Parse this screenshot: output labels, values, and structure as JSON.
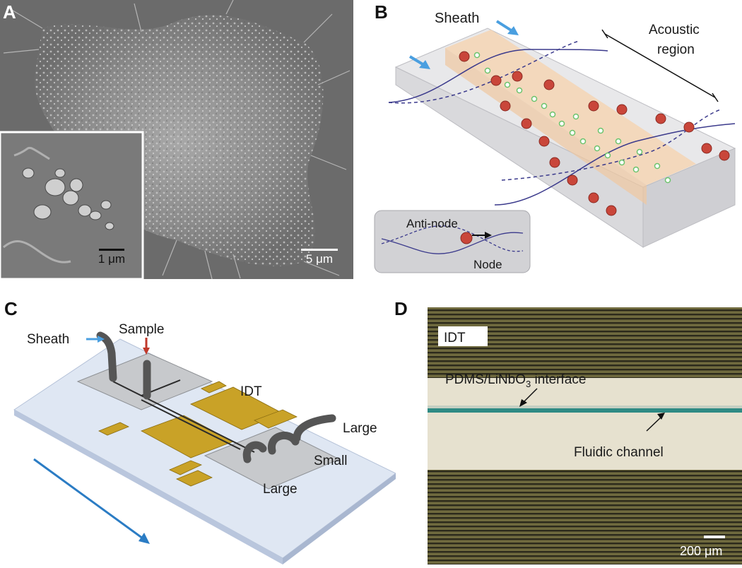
{
  "panels": {
    "a": {
      "letter": "A",
      "inset_scale_label": "1 μm",
      "main_scale_label": "5 μm"
    },
    "b": {
      "letter": "B",
      "sheath_label": "Sheath",
      "acoustic_label_line1": "Acoustic",
      "acoustic_label_line2": "region",
      "antinode_label": "Anti-node",
      "node_label": "Node"
    },
    "c": {
      "letter": "C",
      "sheath_label": "Sheath",
      "sample_label": "Sample",
      "idt_label": "IDT",
      "large_top_label": "Large",
      "small_label": "Small",
      "large_bottom_label": "Large"
    },
    "d": {
      "letter": "D",
      "idt_label": "IDT",
      "interface_label": "PDMS/LiNbO",
      "interface_sub": "3",
      "interface_suffix": " interface",
      "channel_label": "Fluidic channel",
      "scale_label": "200 μm"
    }
  },
  "colors": {
    "large_particle": "#c9463a",
    "small_particle": "#6cc36c",
    "arrow_blue": "#4a9fe0",
    "arrow_red": "#c0392b",
    "idt_gold": "#c9a227",
    "wave": "#3b3a8c"
  }
}
